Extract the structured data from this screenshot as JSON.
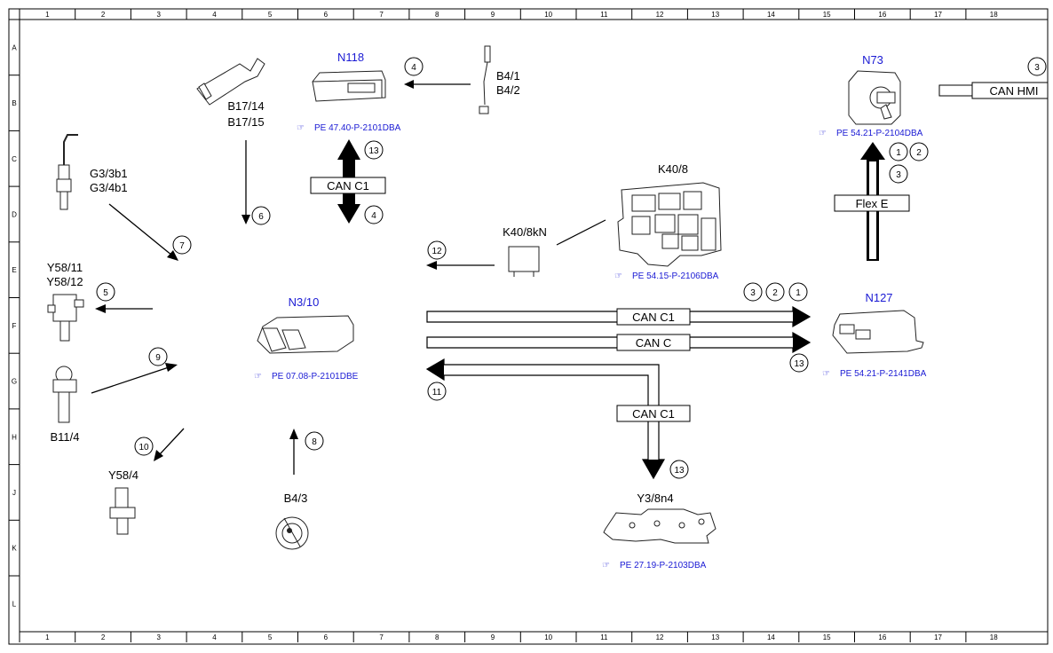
{
  "ruler": {
    "columns": [
      "1",
      "2",
      "3",
      "4",
      "5",
      "6",
      "7",
      "8",
      "9",
      "10",
      "11",
      "12",
      "13",
      "14",
      "15",
      "16",
      "17",
      "18"
    ],
    "rows": [
      "A",
      "B",
      "C",
      "D",
      "E",
      "F",
      "G",
      "H",
      "J",
      "K",
      "L"
    ]
  },
  "components": {
    "n118": "N118",
    "b4_1": "B4/1",
    "b4_2": "B4/2",
    "b17_14": "B17/14",
    "b17_15": "B17/15",
    "g3_3b1": "G3/3b1",
    "g3_4b1": "G3/4b1",
    "y58_11": "Y58/11",
    "y58_12": "Y58/12",
    "n3_10": "N3/10",
    "b11_4": "B11/4",
    "y58_4": "Y58/4",
    "b4_3": "B4/3",
    "k40_8": "K40/8",
    "k40_8kn": "K40/8kN",
    "n73": "N73",
    "n127": "N127",
    "y3_8n4": "Y3/8n4"
  },
  "refs": {
    "n118": "PE 47.40-P-2101DBA",
    "n73": "PE 54.21-P-2104DBA",
    "k40_8": "PE 54.15-P-2106DBA",
    "n3_10": "PE 07.08-P-2101DBE",
    "n127": "PE 54.21-P-2141DBA",
    "y3_8n4": "PE 27.19-P-2103DBA"
  },
  "buses": {
    "can_c1_top": "CAN C1",
    "can_hmi": "CAN HMI",
    "flex_e": "Flex E",
    "can_c1_mid": "CAN C1",
    "can_c": "CAN C",
    "can_c1_low": "CAN C1"
  },
  "markers": {
    "m4a": "4",
    "m13a": "13",
    "m4b": "4",
    "m6": "6",
    "m7": "7",
    "m5": "5",
    "m9": "9",
    "m10": "10",
    "m8": "8",
    "m12": "12",
    "m3a": "3",
    "m1a": "1",
    "m2a": "2",
    "m3b": "3",
    "m3c": "3",
    "m2b": "2",
    "m1b": "1",
    "m13b": "13",
    "m11": "11",
    "m13c": "13"
  }
}
